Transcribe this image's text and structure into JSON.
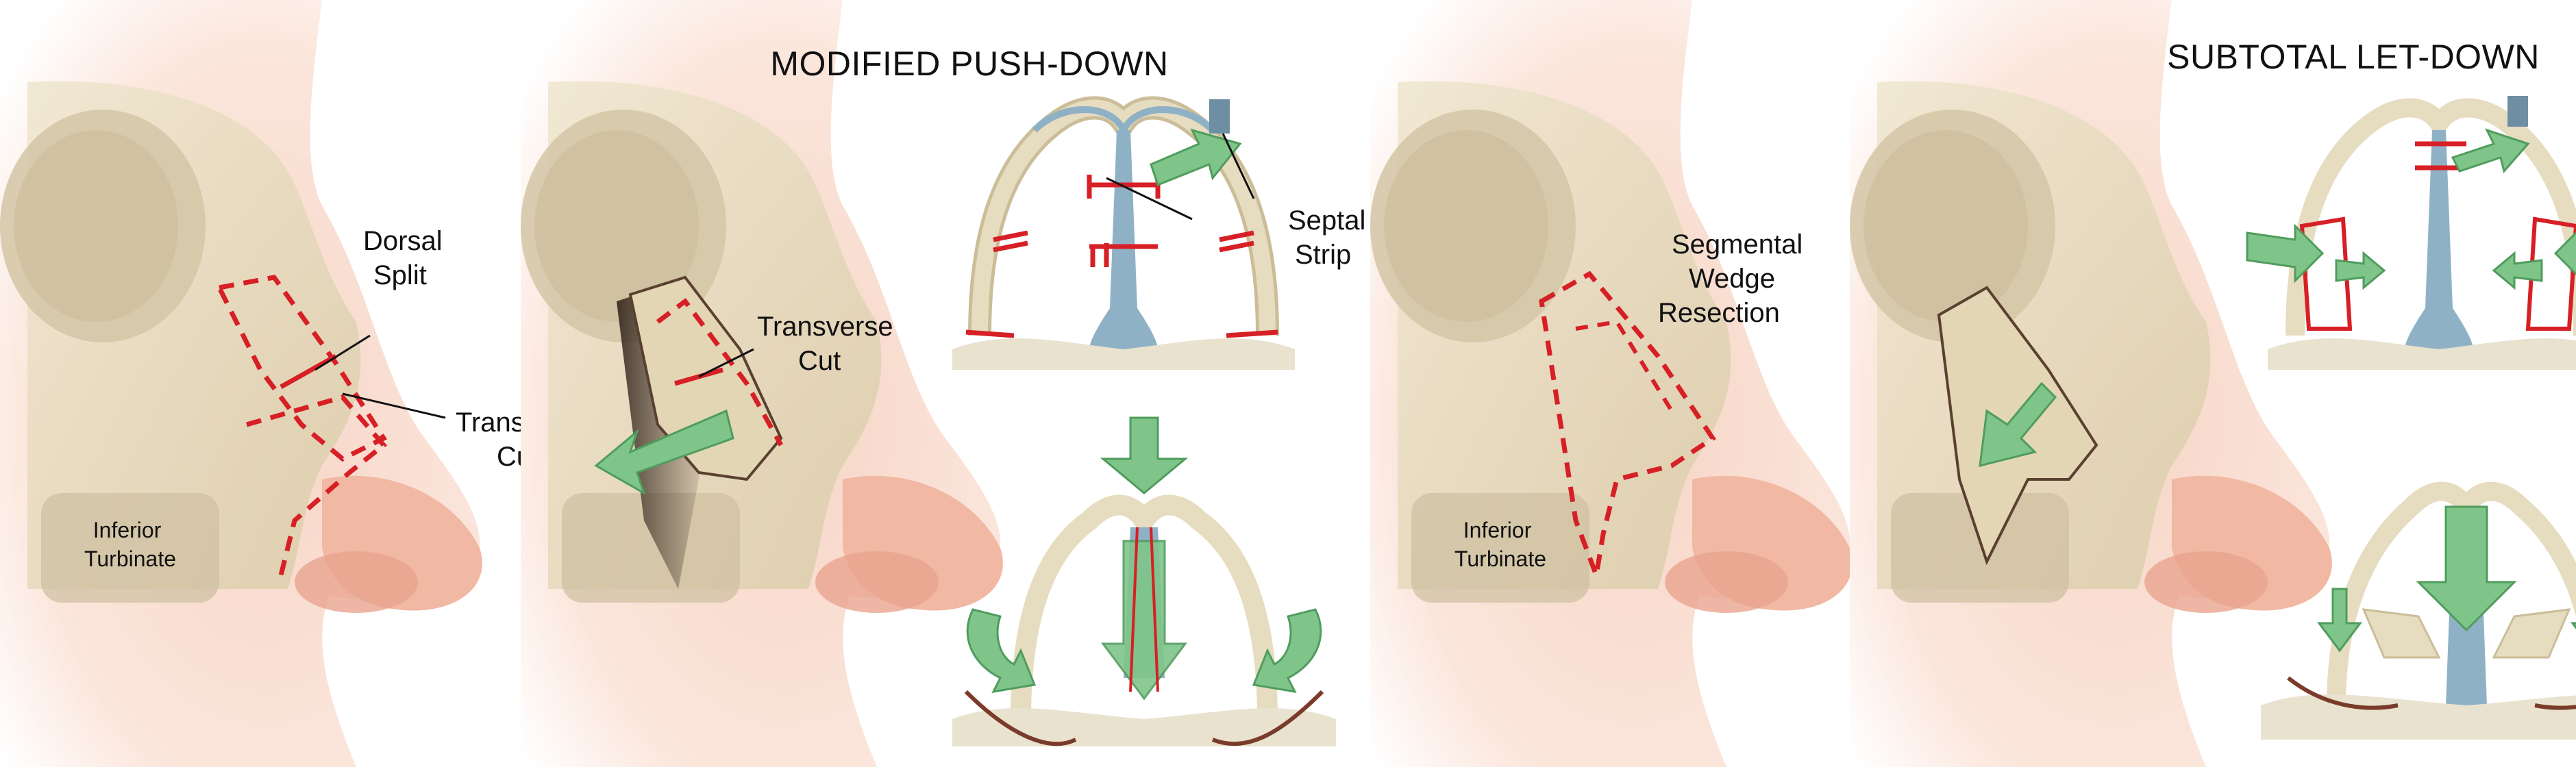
{
  "colors": {
    "skin_light": "#fbe7dc",
    "skin": "#f4c7b5",
    "skin_dark": "#e8a893",
    "bone": "#e6dcc0",
    "bone_dark": "#cbbd98",
    "orbit": "#d8ccae",
    "septum": "#8fb1c6",
    "cut": "#d71f26",
    "arrow": "#7fc58a",
    "arrow_edge": "#4f9c5d",
    "shadow": "#3a2a20",
    "base": "#7a3b2a"
  },
  "titles": {
    "push_down": "MODIFIED PUSH-DOWN",
    "let_down": "SUBTOTAL LET-DOWN"
  },
  "labels": {
    "dorsal_split": [
      "Dorsal",
      "Split"
    ],
    "transverse_cut_1": [
      "Transverse",
      "Cut"
    ],
    "inferior_turbinate_1": [
      "Inferior",
      "Turbinate"
    ],
    "transverse_cut_2": [
      "Transverse",
      "Cut"
    ],
    "septal_strip": [
      "Septal",
      "Strip"
    ],
    "segmental_wedge": [
      "Segmental",
      "Wedge",
      "Resection"
    ],
    "inferior_turbinate_2": [
      "Inferior",
      "Turbinate"
    ]
  }
}
